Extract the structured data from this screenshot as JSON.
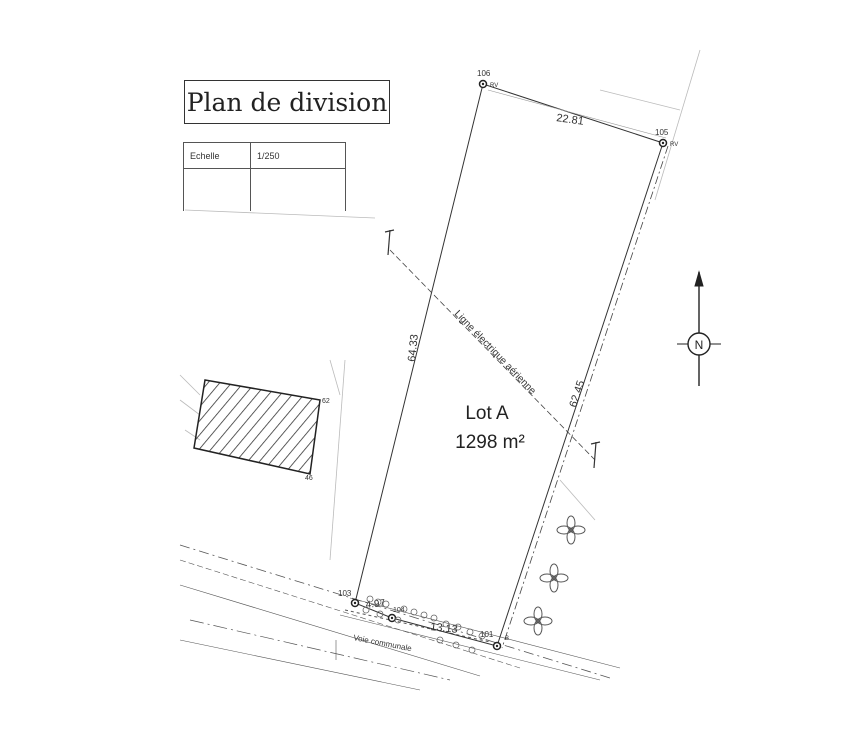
{
  "title": "Plan de division",
  "scale_table": {
    "label": "Echelle",
    "value": "1/250"
  },
  "lot": {
    "name": "Lot A",
    "area": "1298 m²"
  },
  "dimensions": {
    "top": "22.81",
    "left": "64.33",
    "right": "62.45",
    "bottom_left": "4.97",
    "bottom_right": "13.13"
  },
  "points": {
    "p106": "106",
    "p105": "105",
    "p103": "103",
    "p104": "104",
    "p101": "101",
    "p62": "62",
    "p46": "46"
  },
  "point_tags": {
    "rv": "RV",
    "br": "B"
  },
  "annotations": {
    "power_line": "Ligne électrique aérienne",
    "road": "Voie communale"
  },
  "north": "N"
}
